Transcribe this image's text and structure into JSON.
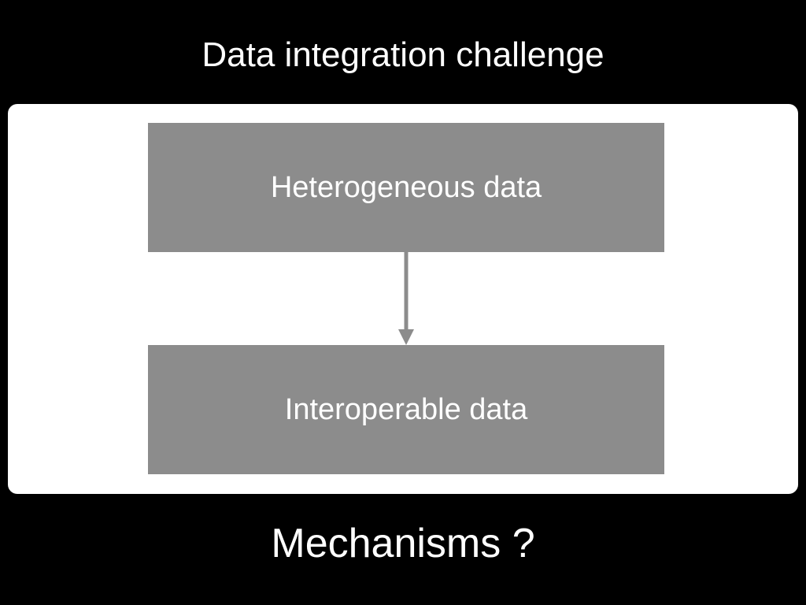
{
  "title": "Data integration challenge",
  "diagram": {
    "source_label": "Heterogeneous data",
    "target_label": "Interoperable data",
    "box_color": "#8c8c8c",
    "arrow_color": "#8c8c8c",
    "panel_color": "#ffffff"
  },
  "footer": "Mechanisms ?"
}
